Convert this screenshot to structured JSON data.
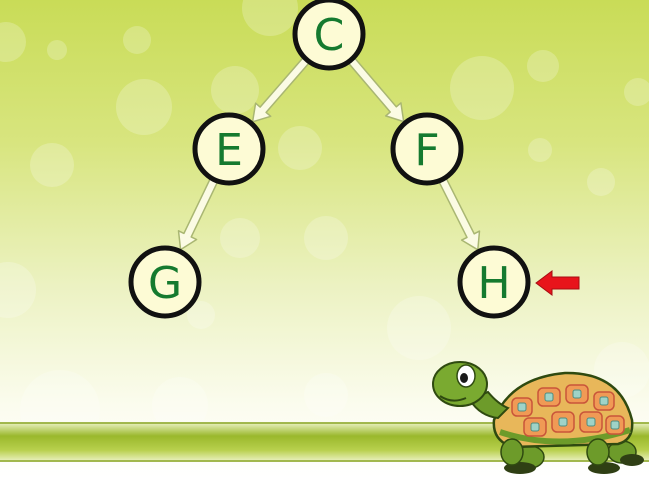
{
  "diagram": {
    "nodes": [
      {
        "id": "C",
        "label": "C"
      },
      {
        "id": "E",
        "label": "E"
      },
      {
        "id": "F",
        "label": "F"
      },
      {
        "id": "G",
        "label": "G"
      },
      {
        "id": "H",
        "label": "H"
      }
    ],
    "edges": [
      {
        "from": "C",
        "to": "E"
      },
      {
        "from": "C",
        "to": "F"
      },
      {
        "from": "E",
        "to": "G"
      },
      {
        "from": "F",
        "to": "H"
      }
    ],
    "highlighted_node": "H"
  },
  "colors": {
    "node_fill": "#fdfbd5",
    "node_stroke": "#111111",
    "node_text": "#157a2f",
    "edge_fill": "#fbfbe4",
    "edge_stroke": "#a9b672",
    "pointer": "#e8141b",
    "ground_band": "#9ab82c"
  },
  "icons": {
    "pointer": "red-arrow-icon",
    "mascot": "turtle-icon"
  }
}
